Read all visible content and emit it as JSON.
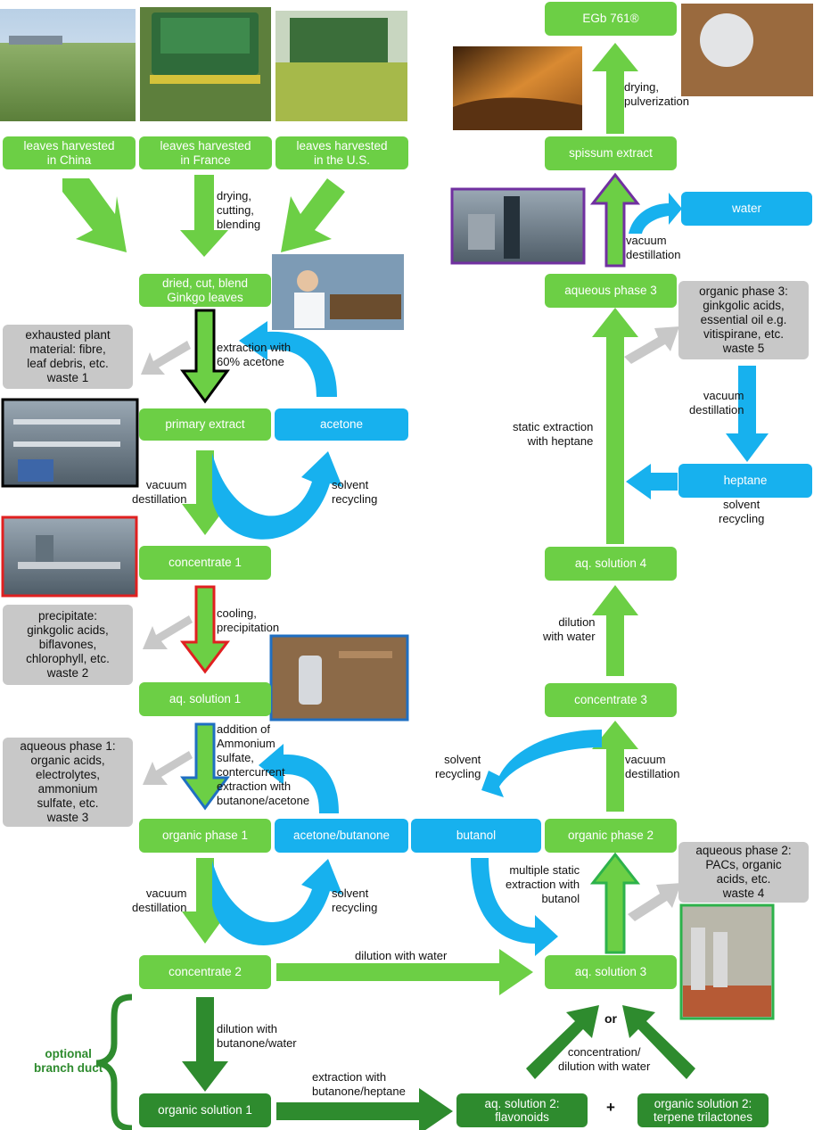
{
  "nodes": {
    "china": "leaves harvested\nin China",
    "france": "leaves harvested\nin France",
    "us": "leaves harvested\nin the U.S.",
    "dried": "dried, cut, blend\nGinkgo leaves",
    "exhausted": "exhausted plant\nmaterial: fibre,\nleaf debris, etc.\nwaste 1",
    "primary": "primary extract",
    "acetone": "acetone",
    "concentrate1": "concentrate 1",
    "precipitate": "precipitate:\nginkgolic acids,\nbiflavones,\nchlorophyll, etc.\nwaste 2",
    "aq1": "aq. solution 1",
    "aqphase1": "aqueous phase 1:\norganic acids,\nelectrolytes,\nammonium\nsulfate, etc.\nwaste 3",
    "org1": "organic phase 1",
    "acebut": "acetone/butanone",
    "butanol": "butanol",
    "org2": "organic phase 2",
    "aqphase2": "aqueous phase 2:\nPACs, organic\nacids, etc.\nwaste 4",
    "concentrate2": "concentrate 2",
    "aq3": "aq. solution 3",
    "orgsol1": "organic solution 1",
    "aq2": "aq. solution 2:\nflavonoids",
    "orgsol2": "organic solution 2:\nterpene trilactones",
    "concentrate3": "concentrate 3",
    "aq4": "aq. solution 4",
    "heptane": "heptane",
    "orgphase3": "organic phase 3:\nginkgolic acids,\nessential oil e.g.\nvitispirane, etc.\nwaste 5",
    "aqphase3": "aqueous phase 3",
    "water": "water",
    "spissum": "spissum extract",
    "egb": "EGb 761®"
  },
  "labels": {
    "drying": "drying,\ncutting,\nblending",
    "extraction": "extraction with\n60% acetone",
    "vac1": "vacuum\ndestillation",
    "recyc1": "solvent\nrecycling",
    "cooling": "cooling,\nprecipitation",
    "addition": "addition of\nAmmonium\nsulfate,\ncontercurrent\nextraction with\nbutanone/acetone",
    "vac2": "vacuum\ndestillation",
    "recyc2": "solvent\nrecycling",
    "dilwater": "dilution with water",
    "dilbut": "dilution with\nbutanone/water",
    "exthep": "extraction with\nbutanone/heptane",
    "plus": "+",
    "or": "or",
    "concdil": "concentration/\ndilution with water",
    "multiple": "multiple static\nextraction with\nbutanol",
    "recyc3": "solvent\nrecycling",
    "vac3": "vacuum\ndestillation",
    "dilw": "dilution\nwith water",
    "static": "static extraction\nwith heptane",
    "vac4": "vacuum\ndestillation",
    "recyc4": "solvent\nrecycling",
    "vac5": "vacuum\ndestillation",
    "drying2": "drying,\npulverization",
    "optional": "optional\nbranch duct"
  },
  "colors": {
    "green": "#6ccf45",
    "blue": "#17b1ee",
    "grey": "#c8c8c8",
    "dark_green": "#2e8b2e",
    "border_black": "#000000",
    "border_red": "#e02020",
    "border_blue": "#1f6fc2",
    "border_purple": "#7030a0",
    "border_green": "#2db24a"
  },
  "photos": [
    "field-photo",
    "harvester-photo",
    "hedge-harvester-photo",
    "lab-worker-photo",
    "extraction-plant-photo",
    "cooling-plant-photo",
    "tank-plant-photo",
    "tank-hall-photo",
    "distillation-plant-photo",
    "powder-photo",
    "spissum-photo"
  ]
}
